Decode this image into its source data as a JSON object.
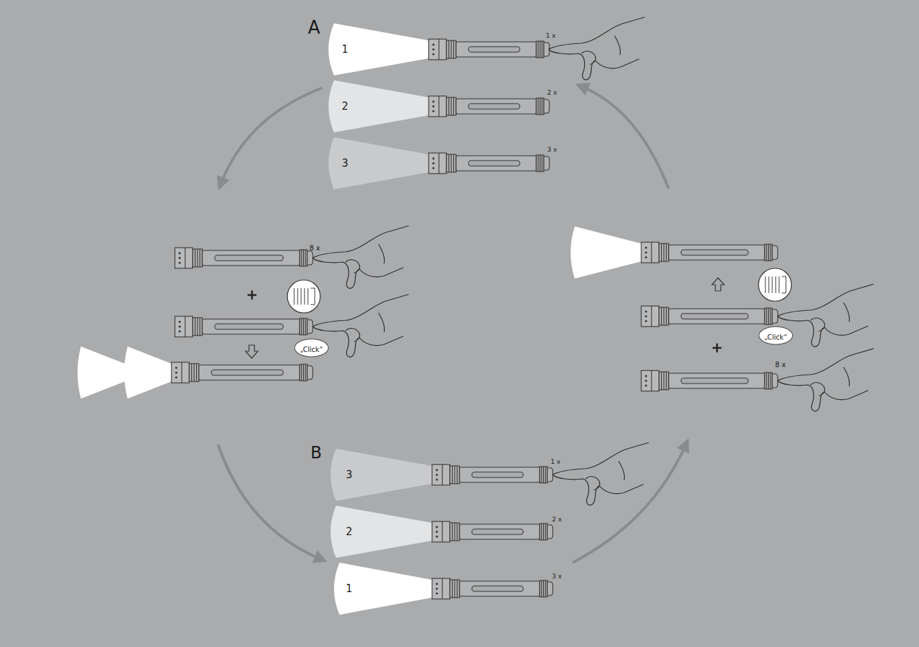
{
  "diagram": {
    "nodes": [
      {
        "text": [
          "„Click“"
        ]
      },
      {
        "text": [
          "„Click“"
        ]
      }
    ],
    "labels": [
      "A",
      "1",
      "1 x",
      "2",
      "2 x",
      "3",
      "3 x",
      "8 x",
      "B",
      "3",
      "1 x",
      "2",
      "2 x",
      "1",
      "3 x",
      "8 x"
    ]
  }
}
